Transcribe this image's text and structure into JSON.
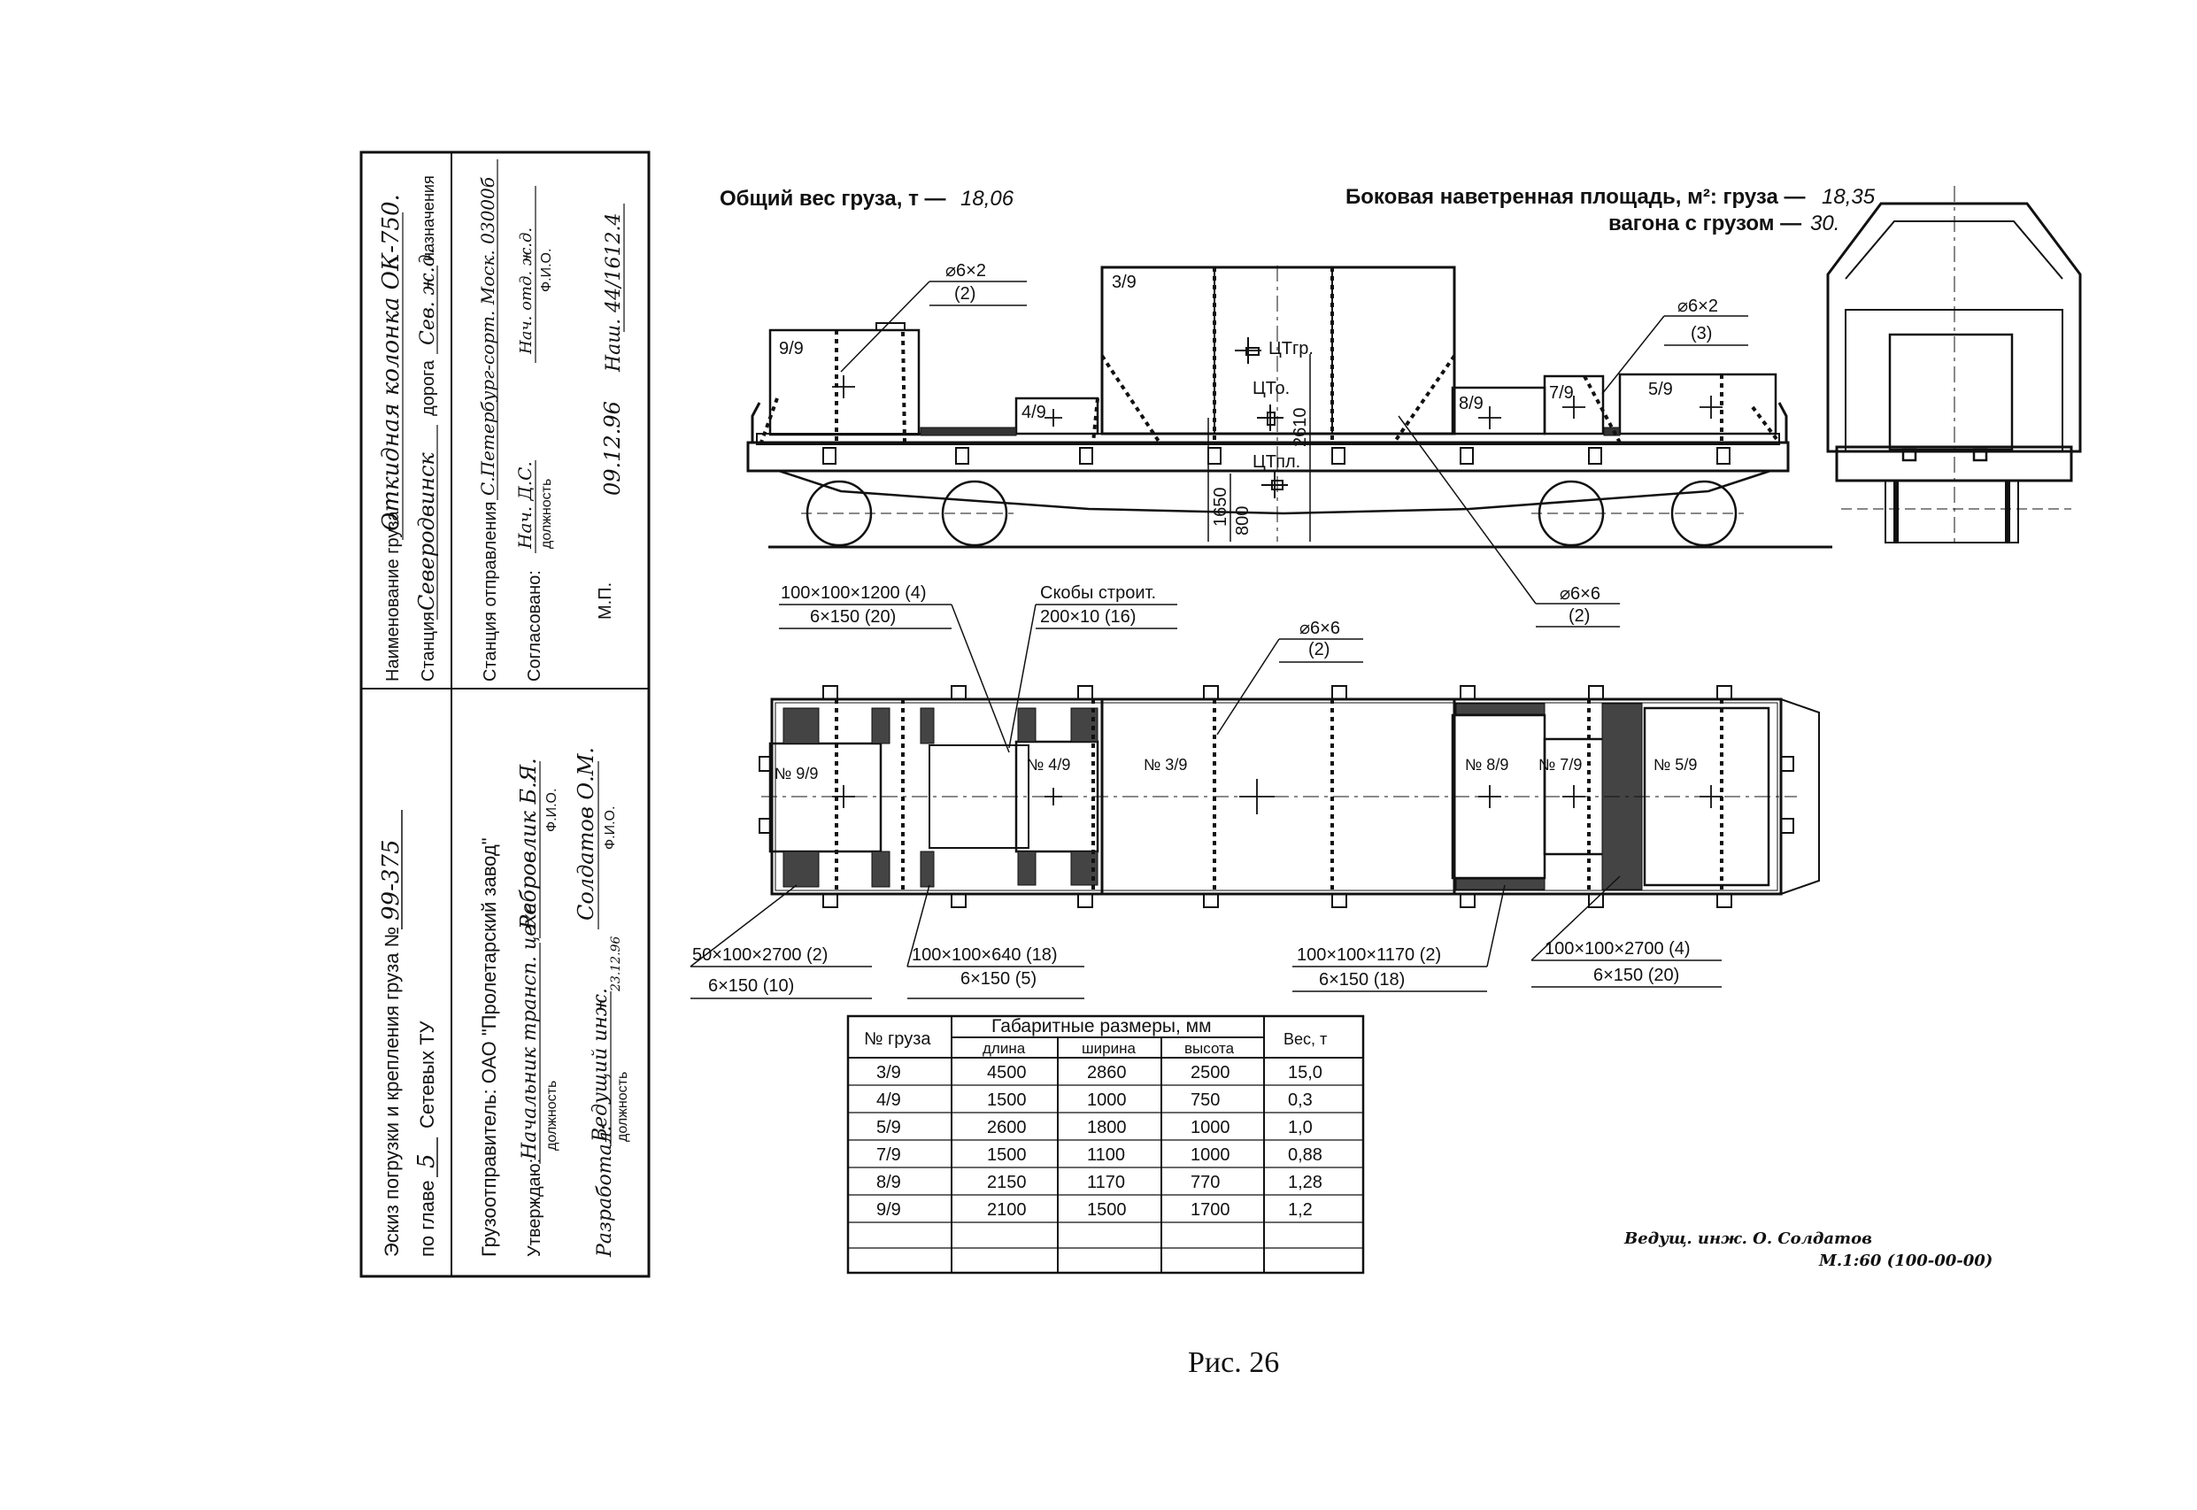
{
  "stamp": {
    "sketch_line": "Эскиз погрузки и крепления груза №",
    "sketch_no": "99-375",
    "chapter_prefix": "по главе",
    "chapter_no": "5",
    "chapter_suffix": "Сетевых ТУ",
    "cargo_name_label": "Наименование груза",
    "cargo_name_value": "Откидная колонка ОК-750.",
    "station_label": "Станция",
    "station_value": "Северодвинск",
    "road_label": "дорога",
    "road_value": "Сев. ж.д.",
    "destination_label": "назначения",
    "shipper_line": "Грузоотправитель: ОАО \"Пролетарский завод\"",
    "dispatch_label": "Станция отправления",
    "dispatch_value": "С.Петербург-сорт. Моск. 03000б",
    "approved_label": "Утверждаю:",
    "approved_position": "Начальник трансп. цеха",
    "approved_name": "Ребровлик Б.Я.",
    "position_caption": "должность",
    "fio_caption": "Ф.И.О.",
    "agreed_label": "Согласовано:",
    "agreed_position": "Нач. Д.С.",
    "agreed_name": "Нач. отд. ж.д.",
    "developed_label": "Разработал:",
    "developed_position": "Ведущий инж.",
    "developed_name": "Солдатов О.М.",
    "developed_date": "23.12.96",
    "mp_label": "М.П.",
    "date_value": "09.12.96",
    "order_value": "Наш. 44/1612.4"
  },
  "header": {
    "total_weight_label": "Общий вес груза, т —",
    "total_weight_value": "18,06",
    "wind_area_label": "Боковая наветренная площадь, м²: груза —",
    "wind_area_cargo": "18,35",
    "wind_area_wagon_label": "вагона с грузом —",
    "wind_area_wagon": "30."
  },
  "side_view": {
    "labels": {
      "c39": "3/9",
      "c99": "9/9",
      "c49": "4/9",
      "c89": "8/9",
      "c79": "7/9",
      "c59": "5/9",
      "ctgr": "ЦТгр.",
      "cto": "ЦТо.",
      "ctpl": "ЦТпл."
    },
    "dims": {
      "d2610": "2610",
      "d1650": "1650",
      "d800": "800"
    },
    "callouts": {
      "w1_top": "⌀6×2",
      "w1_bot": "(2)",
      "w2_top": "⌀6×2",
      "w2_bot": "(3)",
      "w3_top": "⌀6×6",
      "w3_bot": "(2)"
    }
  },
  "plan_view": {
    "labels": {
      "n99": "№ 9/9",
      "n49": "№ 4/9",
      "n39": "№ 3/9",
      "n89": "№ 8/9",
      "n79": "№ 7/9",
      "n59": "№ 5/9"
    },
    "callouts": {
      "c1_top": "100×100×1200 (4)",
      "c1_bot": "6×150 (20)",
      "c2_top": "Скобы строит.",
      "c2_bot": "200×10 (16)",
      "c3_top": "⌀6×6",
      "c3_bot": "(2)",
      "c4_top": "50×100×2700 (2)",
      "c4_bot": "6×150 (10)",
      "c5_top": "100×100×640 (18)",
      "c5_bot": "6×150 (5)",
      "c6_top": "100×100×1170 (2)",
      "c6_bot": "6×150 (18)",
      "c7_top": "100×100×2700 (4)",
      "c7_bot": "6×150 (20)"
    }
  },
  "table": {
    "col_no": "№ груза",
    "col_dims": "Габаритные размеры, мм",
    "col_len": "длина",
    "col_wid": "ширина",
    "col_hei": "высота",
    "col_weight": "Вес, т",
    "rows": [
      [
        "3/9",
        "4500",
        "2860",
        "2500",
        "15,0"
      ],
      [
        "4/9",
        "1500",
        "1000",
        "750",
        "0,3"
      ],
      [
        "5/9",
        "2600",
        "1800",
        "1000",
        "1,0"
      ],
      [
        "7/9",
        "1500",
        "1100",
        "1000",
        "0,88"
      ],
      [
        "8/9",
        "2150",
        "1170",
        "770",
        "1,28"
      ],
      [
        "9/9",
        "2100",
        "1500",
        "1700",
        "1,2"
      ]
    ]
  },
  "note": {
    "line1": "Ведущ. инж. О. Солдатов",
    "line2": "М.1:60 (100-00-00)"
  },
  "caption": "Рис. 26"
}
